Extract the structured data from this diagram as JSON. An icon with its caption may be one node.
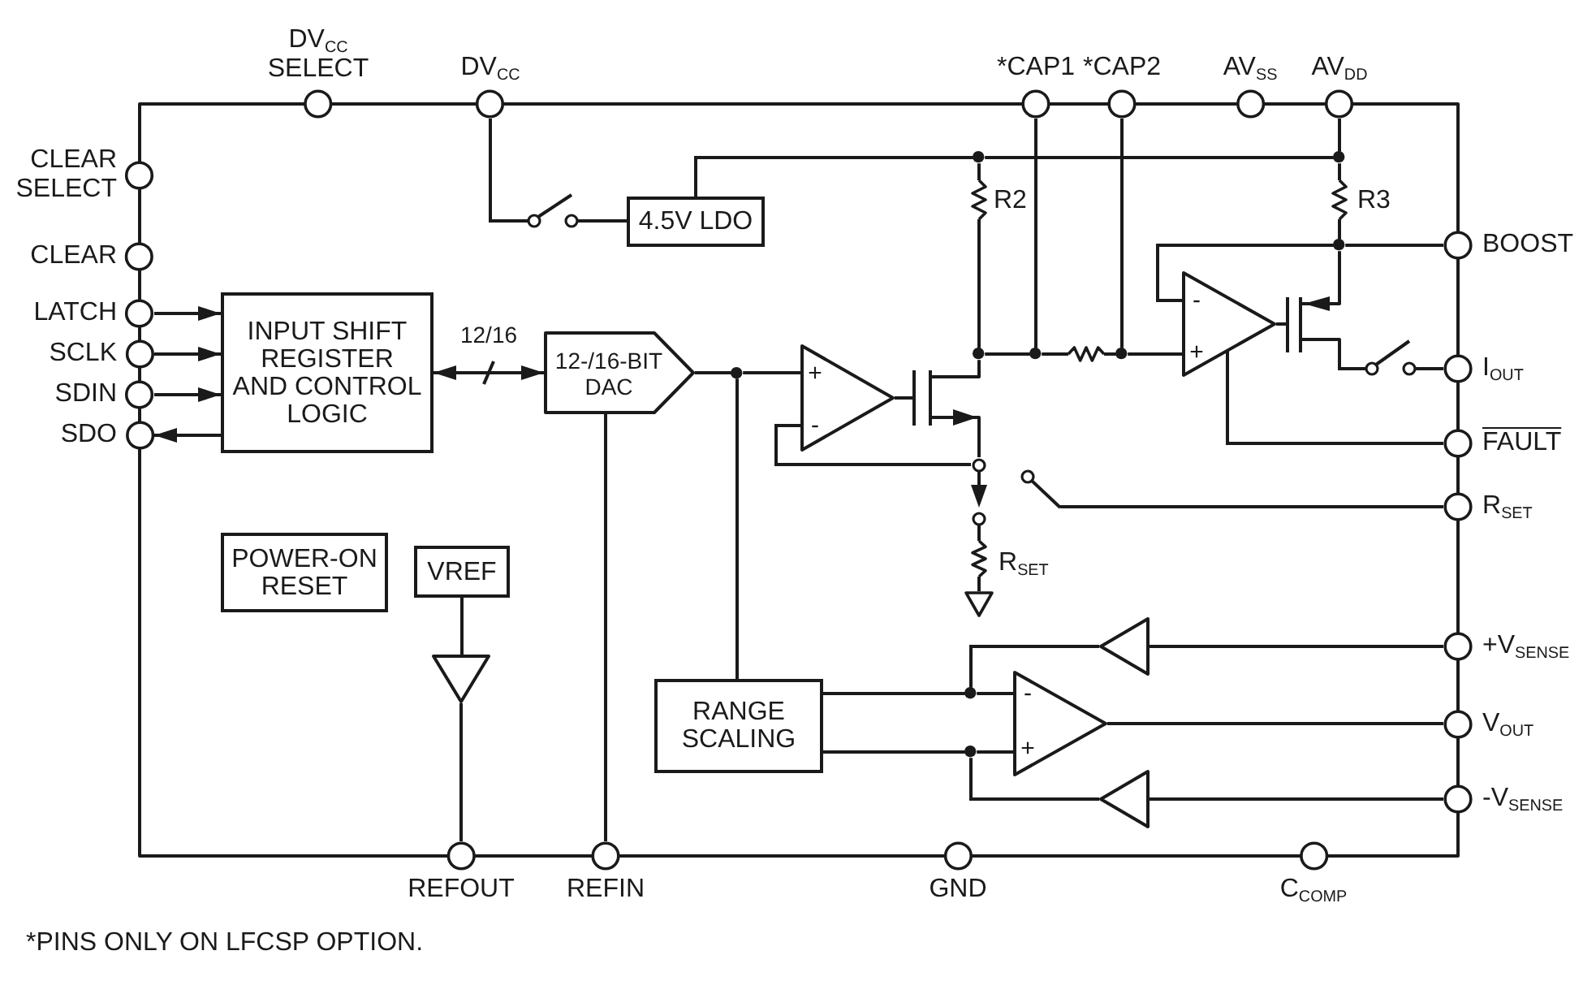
{
  "diagram": {
    "nodes": [
      {
        "text": [],
        "shape": "box"
      },
      {
        "text": [
          "4.5V LDO"
        ],
        "in": 0
      },
      {
        "text": [
          "INPUT SHIFT REGISTER AND CONTROL LOGIC"
        ],
        "in": 0
      },
      {
        "text": [
          "12-/16-BIT DAC"
        ],
        "in": 0
      },
      {
        "text": [
          "+",
          "-"
        ],
        "in": 0
      },
      {
        "text": [
          "-",
          "+"
        ],
        "in": 0
      },
      {
        "text": [
          "POWER-ON RESET"
        ],
        "in": 0
      },
      {
        "text": [
          "VREF"
        ],
        "in": 0
      },
      {
        "text": [],
        "shape": "triangle",
        "in": 0
      },
      {
        "text": [],
        "shape": "triangle",
        "in": 0
      },
      {
        "text": [
          "RANGE SCALING"
        ],
        "in": 0
      },
      {
        "text": [
          "-",
          "+"
        ],
        "in": 0
      },
      {
        "text": [],
        "shape": "triangle",
        "in": 0
      },
      {
        "text": [
          "DV$_{CC}$ SELECT"
        ]
      },
      {
        "text": [
          "DV$_{CC}$"
        ]
      },
      {
        "text": [
          "*CAP1"
        ]
      },
      {
        "text": [
          "*CAP2"
        ]
      },
      {
        "text": [
          "AV$_{SS}$"
        ]
      },
      {
        "text": [
          "AV$_{DD}$"
        ]
      },
      {
        "text": [
          "CLEAR SELECT"
        ]
      },
      {
        "text": [
          "CLEAR"
        ]
      },
      {
        "text": [
          "LATCH"
        ]
      },
      {
        "text": [
          "SCLK"
        ]
      },
      {
        "text": [
          "SDIN"
        ]
      },
      {
        "text": [
          "SDO"
        ]
      },
      {
        "text": [
          "BOOST"
        ]
      },
      {
        "text": [
          "I$_{OUT}$"
        ]
      },
      {
        "text": [
          "FAULT"
        ]
      },
      {
        "text": [
          "R$_{SET}$"
        ]
      },
      {
        "text": [
          "+V$_{SENSE}$"
        ]
      },
      {
        "text": [
          "V$_{OUT}$"
        ]
      },
      {
        "text": [
          "-V$_{SENSE}$"
        ]
      },
      {
        "text": [
          "REFOUT"
        ]
      },
      {
        "text": [
          "REFIN"
        ]
      },
      {
        "text": [
          "GND"
        ]
      },
      {
        "text": [
          "C$_{COMP}$"
        ]
      },
      {
        "text": [],
        "shape": "switch",
        "in": 0
      },
      {
        "text": [],
        "shape": "resistor",
        "beside": [
          "R2"
        ],
        "in": 0
      },
      {
        "text": [],
        "shape": "resistor",
        "beside": [
          "R3"
        ],
        "in": 0
      },
      {
        "text": [],
        "shape": "transistor",
        "in": 0
      },
      {
        "text": [],
        "shape": "resistor",
        "in": 0
      },
      {
        "text": [],
        "shape": "transistor",
        "in": 0
      },
      {
        "text": [],
        "shape": "switch",
        "in": 0
      },
      {
        "text": [],
        "shape": "switch",
        "in": 0
      },
      {
        "text": [],
        "shape": "resistor",
        "beside": [
          "R$_{SET}$"
        ],
        "in": 0
      },
      {
        "text": [],
        "shape": "ground",
        "in": 0
      },
      {
        "text": [],
        "shape": "dot",
        "in": 0
      },
      {
        "text": [],
        "shape": "dot",
        "in": 0
      },
      {
        "text": [],
        "shape": "dot",
        "in": 0
      },
      {
        "text": [],
        "shape": "dot",
        "in": 0
      },
      {
        "text": [],
        "shape": "dot",
        "in": 0
      },
      {
        "text": [],
        "shape": "dot",
        "in": 0
      },
      {
        "text": [],
        "shape": "dot",
        "in": 0
      },
      {
        "text": [],
        "shape": "dot",
        "in": 0
      },
      {
        "text": [],
        "shape": "dot",
        "in": 0
      }
    ],
    "edges": [
      {
        "from": 21,
        "to": 2,
        "arrow": "to"
      },
      {
        "from": 22,
        "to": 2,
        "arrow": "to"
      },
      {
        "from": 23,
        "to": 2,
        "arrow": "to"
      },
      {
        "from": 2,
        "to": 24,
        "arrow": "to"
      },
      {
        "from": 2,
        "to": 3,
        "arrow": "both",
        "label": "12/16"
      },
      {
        "from": 3,
        "to": 46,
        "arrow": "none"
      },
      {
        "from": 46,
        "to": 4,
        "arrow": "none"
      },
      {
        "from": 46,
        "to": 10,
        "arrow": "none"
      },
      {
        "from": 3,
        "to": 33,
        "arrow": "none"
      },
      {
        "from": 14,
        "to": 36,
        "arrow": "none"
      },
      {
        "from": 36,
        "to": 1,
        "arrow": "none"
      },
      {
        "from": 1,
        "to": 47,
        "arrow": "none"
      },
      {
        "from": 47,
        "to": 48,
        "arrow": "none"
      },
      {
        "from": 48,
        "to": 18,
        "arrow": "none"
      },
      {
        "from": 47,
        "to": 37,
        "arrow": "none"
      },
      {
        "from": 48,
        "to": 38,
        "arrow": "none"
      },
      {
        "from": 37,
        "to": 49,
        "arrow": "none"
      },
      {
        "from": 49,
        "to": 39,
        "arrow": "none"
      },
      {
        "from": 4,
        "to": 39,
        "arrow": "none"
      },
      {
        "from": 39,
        "to": 43,
        "arrow": "none"
      },
      {
        "from": 4,
        "to": 43,
        "arrow": "none"
      },
      {
        "from": 43,
        "to": 28,
        "arrow": "none"
      },
      {
        "from": 43,
        "to": 44,
        "arrow": "none"
      },
      {
        "from": 44,
        "to": 45,
        "arrow": "none"
      },
      {
        "from": 49,
        "to": 50,
        "arrow": "none"
      },
      {
        "from": 15,
        "to": 50,
        "arrow": "none"
      },
      {
        "from": 50,
        "to": 40,
        "arrow": "none"
      },
      {
        "from": 40,
        "to": 51,
        "arrow": "none"
      },
      {
        "from": 16,
        "to": 51,
        "arrow": "none"
      },
      {
        "from": 51,
        "to": 5,
        "arrow": "none"
      },
      {
        "from": 38,
        "to": 52,
        "arrow": "none"
      },
      {
        "from": 25,
        "to": 52,
        "arrow": "none"
      },
      {
        "from": 52,
        "to": 5,
        "arrow": "none"
      },
      {
        "from": 52,
        "to": 41,
        "arrow": "none"
      },
      {
        "from": 5,
        "to": 41,
        "arrow": "none"
      },
      {
        "from": 41,
        "to": 42,
        "arrow": "none"
      },
      {
        "from": 42,
        "to": 26,
        "arrow": "none"
      },
      {
        "from": 5,
        "to": 27,
        "arrow": "none"
      },
      {
        "from": 7,
        "to": 8,
        "arrow": "none"
      },
      {
        "from": 8,
        "to": 32,
        "arrow": "none"
      },
      {
        "from": 29,
        "to": 9,
        "arrow": "none"
      },
      {
        "from": 9,
        "to": 53,
        "arrow": "none"
      },
      {
        "from": 10,
        "to": 53,
        "arrow": "none"
      },
      {
        "from": 53,
        "to": 11,
        "arrow": "none"
      },
      {
        "from": 12,
        "to": 54,
        "arrow": "none"
      },
      {
        "from": 10,
        "to": 54,
        "arrow": "none"
      },
      {
        "from": 54,
        "to": 11,
        "arrow": "none"
      },
      {
        "from": 31,
        "to": 12,
        "arrow": "none"
      },
      {
        "from": 11,
        "to": 30,
        "arrow": "none"
      }
    ],
    "labels": [
      "*PINS ONLY ON LFCSP OPTION."
    ]
  }
}
